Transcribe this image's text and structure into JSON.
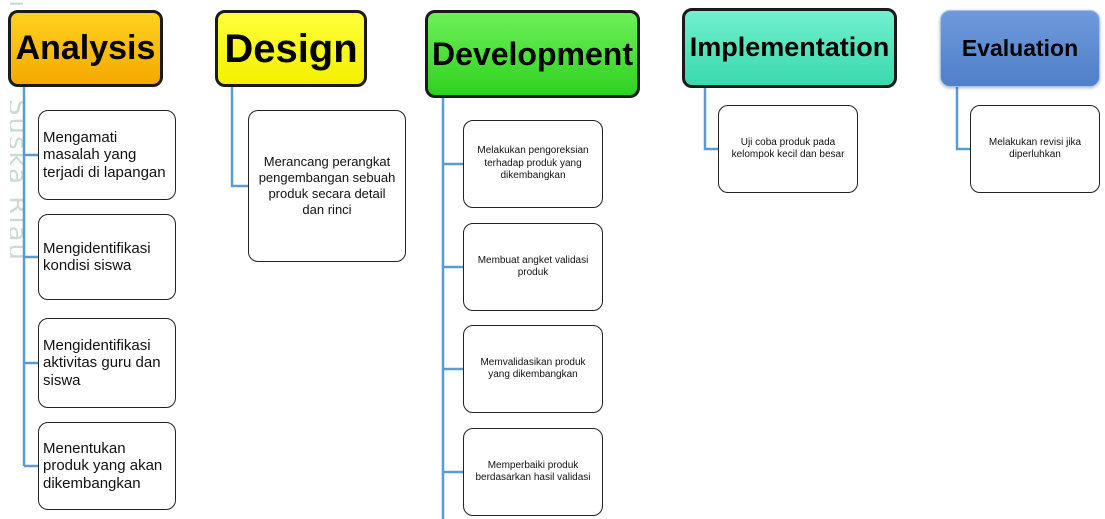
{
  "watermark": {
    "vertical_text": "ik UIN Suska Riau"
  },
  "phases": [
    {
      "title": "Analysis",
      "color": "#ffc000",
      "items": [
        "Mengamati masalah yang terjadi di lapangan",
        "Mengidentifikasi kondisi siswa",
        "Mengidentifikasi aktivitas guru dan siswa",
        "Menentukan produk yang akan dikembangkan"
      ]
    },
    {
      "title": "Design",
      "color": "#ffff00",
      "items": [
        "Merancang perangkat pengembangan sebuah produk secara detail dan rinci"
      ]
    },
    {
      "title": "Development",
      "color": "#33cc33",
      "items": [
        "Melakukan pengoreksian terhadap produk yang dikembangkan",
        "Membuat angket validasi produk",
        "Memvalidasikan produk yang dikembangkan",
        "Memperbaiki produk berdasarkan hasil validasi"
      ]
    },
    {
      "title": "Implementation",
      "color": "#44ddb5",
      "items": [
        "Uji coba produk pada kelompok kecil dan besar"
      ]
    },
    {
      "title": "Evaluation",
      "color": "#5b8bd6",
      "items": [
        "Melakukan revisi jika diperluhkan"
      ]
    }
  ],
  "connector_color": "#5b9bd5"
}
